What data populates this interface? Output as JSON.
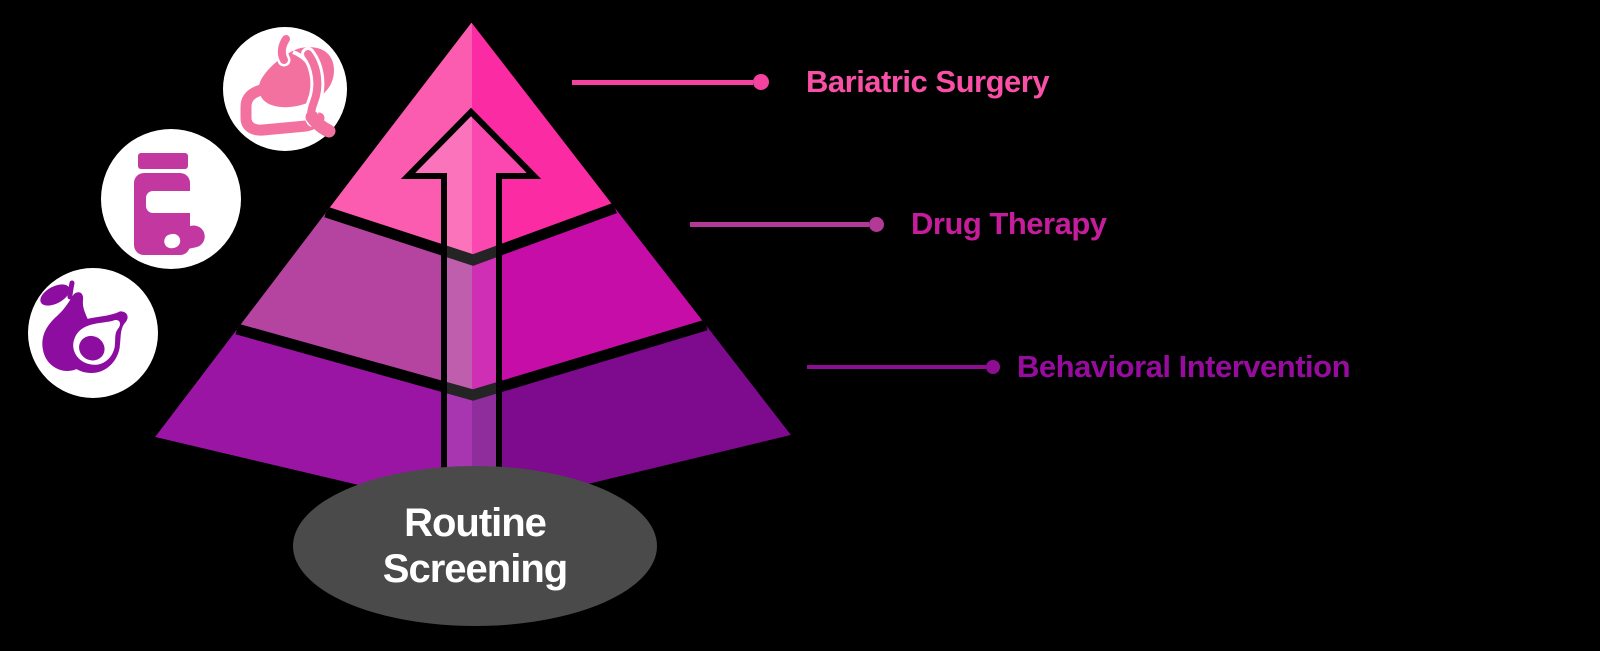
{
  "canvas": {
    "background": "#000000"
  },
  "pyramid": {
    "separator_color": "#000000",
    "arrow_outline_color": "#000000",
    "arrow_fill_overlay": "rgba(255,255,255,0.14)",
    "levels": [
      {
        "label": "Bariatric Surgery",
        "left_color": "#FB5CAF",
        "right_color": "#FB2BA3",
        "text_color": "#FA4FA7",
        "connector_color": "#F4429F"
      },
      {
        "label": "Drug Therapy",
        "left_color": "#B4449F",
        "right_color": "#C70DA8",
        "text_color": "#C51D9C",
        "connector_color": "#B23995"
      },
      {
        "label": "Behavioral Intervention",
        "left_color": "#9A15A4",
        "right_color": "#7E0B8D",
        "text_color": "#970C9E",
        "connector_color": "#8E0E93"
      }
    ],
    "base": {
      "line1": "Routine",
      "line2": "Screening",
      "background": "#4A4A4A",
      "text_color": "#FFFFFF"
    }
  },
  "icons": {
    "stomach": {
      "name": "gastric-bypass-stomach-icon",
      "color": "#F2719F",
      "background": "#FFFFFF"
    },
    "pills": {
      "name": "pill-bottle-icon",
      "color": "#C238A0",
      "background": "#FFFFFF"
    },
    "avocado": {
      "name": "avocado-icon",
      "color": "#8C0DA0",
      "background": "#FFFFFF"
    }
  }
}
